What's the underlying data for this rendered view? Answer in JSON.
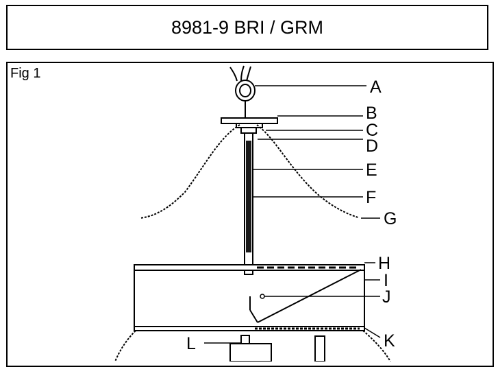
{
  "header": {
    "title": "8981-9 BRI / GRM"
  },
  "figure": {
    "label": "Fig 1",
    "callouts": [
      "A",
      "B",
      "C",
      "D",
      "E",
      "F",
      "G",
      "H",
      "I",
      "J",
      "K",
      "L"
    ]
  },
  "colors": {
    "line": "#000000",
    "background": "#ffffff",
    "rod": "#1a1a1a"
  }
}
